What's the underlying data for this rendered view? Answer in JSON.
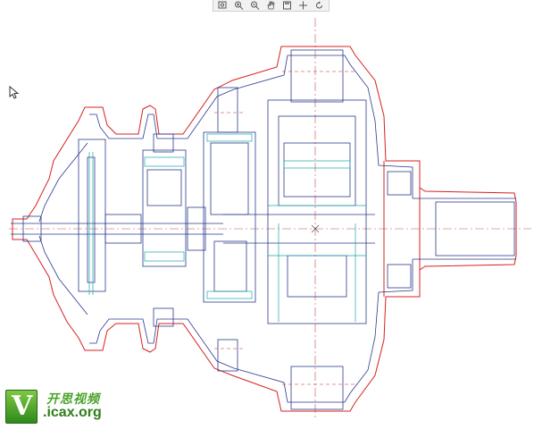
{
  "toolbar": {
    "buttons": [
      {
        "name": "zoom-window",
        "icon": "zoom-window-icon"
      },
      {
        "name": "zoom-in",
        "icon": "zoom-in-icon"
      },
      {
        "name": "zoom-out",
        "icon": "zoom-out-icon"
      },
      {
        "name": "pan",
        "icon": "pan-hand-icon"
      },
      {
        "name": "save-view",
        "icon": "save-view-icon"
      },
      {
        "name": "move",
        "icon": "move-arrows-icon"
      },
      {
        "name": "rotate",
        "icon": "rotate-icon"
      }
    ]
  },
  "drawing": {
    "colors": {
      "outline": "#d82020",
      "parts": "#2b3a8c",
      "hatch": "#1aa7a7",
      "centerline": "#c05050",
      "thin": "#555555"
    }
  },
  "watermark": {
    "badge_letter": "V",
    "chinese": "开思视频",
    "english": ".icax.org",
    "brand_color": "#4aa32a"
  }
}
